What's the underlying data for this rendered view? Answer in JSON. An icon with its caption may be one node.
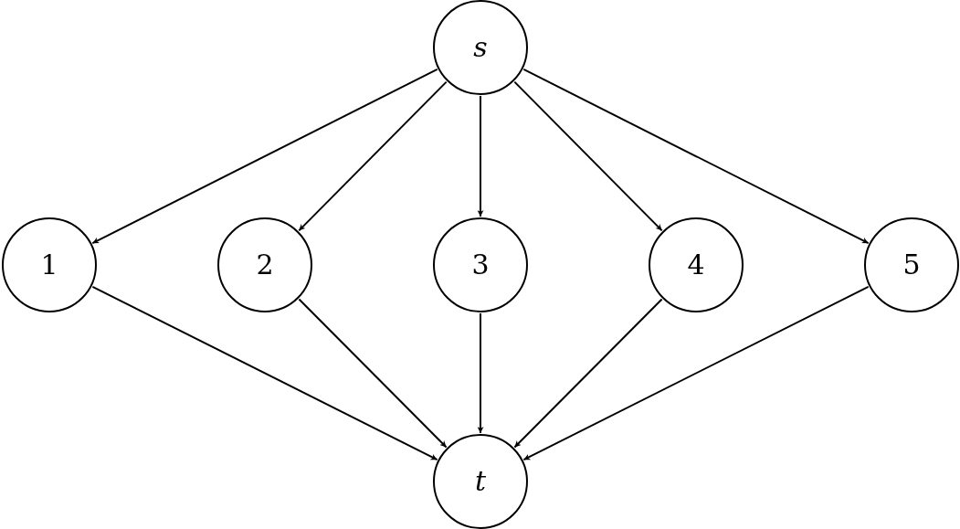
{
  "diagram": {
    "nodes": [
      {
        "text": [
          "s"
        ]
      },
      {
        "text": [
          "1"
        ]
      },
      {
        "text": [
          "2"
        ]
      },
      {
        "text": [
          "3"
        ]
      },
      {
        "text": [
          "4"
        ]
      },
      {
        "text": [
          "5"
        ]
      },
      {
        "text": [
          "t"
        ]
      }
    ],
    "edges": [
      {
        "from": 0,
        "to": 1,
        "arrow": "to"
      },
      {
        "from": 0,
        "to": 2,
        "arrow": "to"
      },
      {
        "from": 0,
        "to": 3,
        "arrow": "to"
      },
      {
        "from": 0,
        "to": 4,
        "arrow": "to"
      },
      {
        "from": 0,
        "to": 5,
        "arrow": "to"
      },
      {
        "from": 1,
        "to": 6,
        "arrow": "to"
      },
      {
        "from": 2,
        "to": 6,
        "arrow": "to"
      },
      {
        "from": 3,
        "to": 6,
        "arrow": "to"
      },
      {
        "from": 4,
        "to": 6,
        "arrow": "to"
      },
      {
        "from": 5,
        "to": 6,
        "arrow": "to"
      }
    ]
  }
}
